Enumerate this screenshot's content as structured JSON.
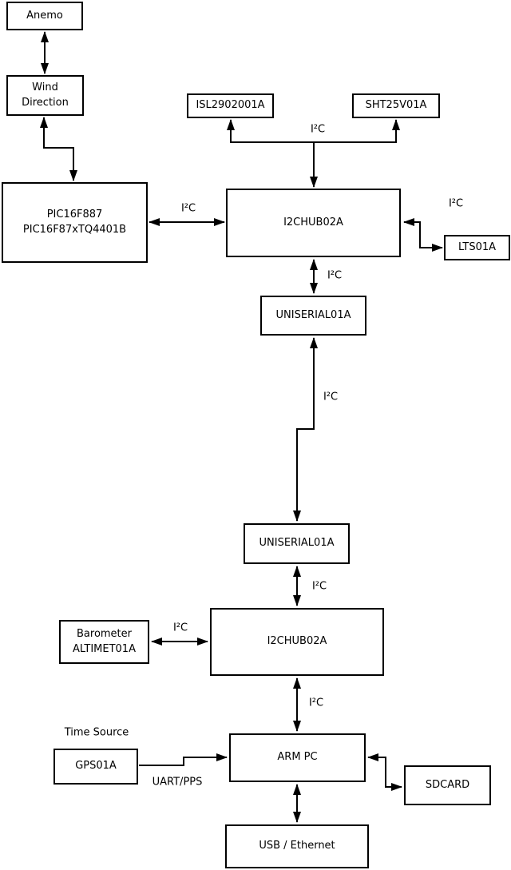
{
  "diagram": {
    "background_color": "#ffffff",
    "line_color": "#000000",
    "nodes": {
      "anemo": {
        "label": "Anemo"
      },
      "wind_direction": {
        "label": "Wind\nDirection"
      },
      "pic": {
        "label": "PIC16F887\nPIC16F87xTQ4401B"
      },
      "isl": {
        "label": "ISL2902001A"
      },
      "sht": {
        "label": "SHT25V01A"
      },
      "i2chub_top": {
        "label": "I2CHUB02A"
      },
      "lts": {
        "label": "LTS01A"
      },
      "uniserial_top": {
        "label": "UNISERIAL01A"
      },
      "uniserial_bottom": {
        "label": "UNISERIAL01A"
      },
      "i2chub_bottom": {
        "label": "I2CHUB02A"
      },
      "barometer": {
        "label": "Barometer\nALTIMET01A"
      },
      "gps": {
        "label": "GPS01A"
      },
      "arm_pc": {
        "label": "ARM PC"
      },
      "sdcard": {
        "label": "SDCARD"
      },
      "usb_ethernet": {
        "label": "USB / Ethernet"
      }
    },
    "edge_labels": {
      "i2c": "I²C",
      "uart_pps": "UART/PPS",
      "time_source": "Time Source"
    }
  }
}
